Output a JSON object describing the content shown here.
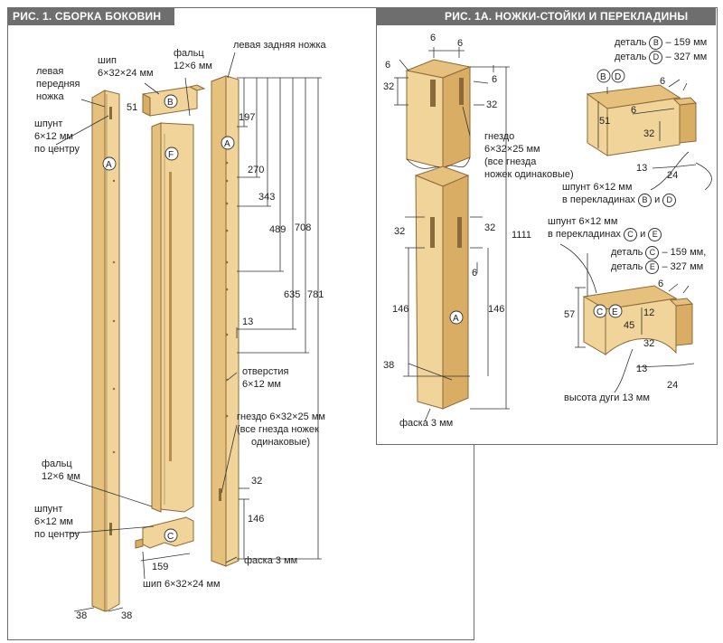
{
  "fig1": {
    "title": "РИС. 1. СБОРКА БОКОВИН",
    "labels": {
      "left_front_leg": [
        "левая",
        "передняя",
        "ножка"
      ],
      "tenon_top": [
        "шип",
        "6×32×24 мм"
      ],
      "rabbet_top": [
        "фальц",
        "12×6 мм"
      ],
      "left_rear_leg": "левая задняя ножка",
      "groove_center_top": [
        "шпунт",
        "6×12 мм",
        "по центру"
      ],
      "holes": [
        "отверстия",
        "6×12 мм"
      ],
      "mortise": [
        "гнездо 6×32×25 мм",
        "(все гнезда ножек",
        "одинаковые)"
      ],
      "rabbet_bottom": [
        "фальц",
        "12×6 мм"
      ],
      "groove_center_bottom": [
        "шпунт",
        "6×12 мм",
        "по центру"
      ],
      "chamfer": "фаска 3 мм",
      "tenon_bottom": "шип 6×32×24 мм"
    },
    "part_letters": {
      "leg_front": "A",
      "leg_rear": "A",
      "panel": "F",
      "rail_top": "B",
      "rail_bottom": "C"
    },
    "dims": [
      "51",
      "197",
      "270",
      "343",
      "489",
      "708",
      "635",
      "781",
      "13",
      "32",
      "146",
      "159",
      "38",
      "38"
    ]
  },
  "fig1a": {
    "title": "РИС. 1А. НОЖКИ-СТОЙКИ И ПЕРЕКЛАДИНЫ",
    "leg": {
      "letter": "A",
      "dims": [
        "6",
        "6",
        "6",
        "32",
        "6",
        "32",
        "32",
        "32",
        "6",
        "1111",
        "146",
        "146",
        "38"
      ],
      "mortise": [
        "гнездо",
        "6×32×25 мм",
        "(все гнезда",
        "ножек одинаковые)"
      ],
      "chamfer": "фаска 3 мм"
    },
    "rail_bd": {
      "detail_b": "деталь",
      "detail_b_letter": "B",
      "detail_b_len": "– 159 мм",
      "detail_d": "деталь",
      "detail_d_letter": "D",
      "detail_d_len": "– 327 мм",
      "letters": [
        "B",
        "D"
      ],
      "dims": [
        "6",
        "6",
        "51",
        "32",
        "13",
        "24"
      ],
      "tenon": [
        "шпунт 6×12 мм",
        "в перекладинах"
      ],
      "tenon_letters": [
        "B",
        "D"
      ],
      "and": "и"
    },
    "rail_ce": {
      "groove": [
        "шпунт 6×12 мм",
        "в перекладинах"
      ],
      "groove_letters": [
        "C",
        "E"
      ],
      "and": "и",
      "detail_c": "деталь",
      "detail_c_letter": "C",
      "detail_c_len": "– 159 мм,",
      "detail_e": "деталь",
      "detail_e_letter": "E",
      "detail_e_len": "– 327 мм",
      "letters": [
        "C",
        "E"
      ],
      "dims": [
        "6",
        "57",
        "12",
        "45",
        "32",
        "13",
        "24"
      ],
      "arc_height": "высота дуги 13 мм"
    }
  }
}
